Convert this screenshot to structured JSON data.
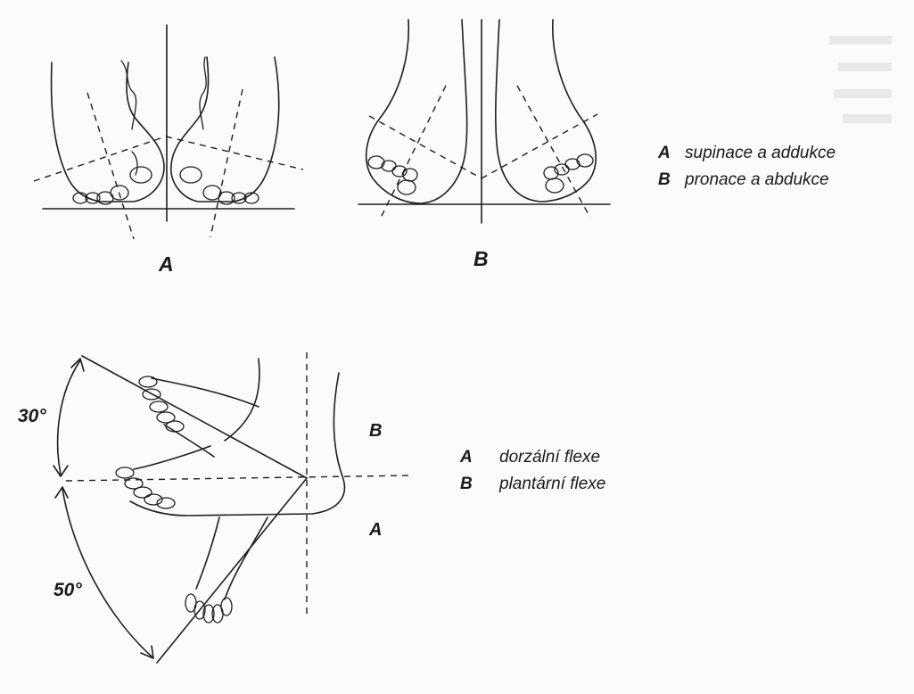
{
  "top_figure": {
    "panel_a_label": "A",
    "panel_b_label": "B",
    "legend": [
      {
        "key": "A",
        "text": "supinace a addukce"
      },
      {
        "key": "B",
        "text": "pronace a abdukce"
      }
    ]
  },
  "bottom_figure": {
    "angle_up": "30°",
    "angle_down": "50°",
    "region_above": "B",
    "region_below": "A",
    "legend": [
      {
        "key": "A",
        "text": "dorzální flexe"
      },
      {
        "key": "B",
        "text": "plantární flexe"
      }
    ]
  }
}
